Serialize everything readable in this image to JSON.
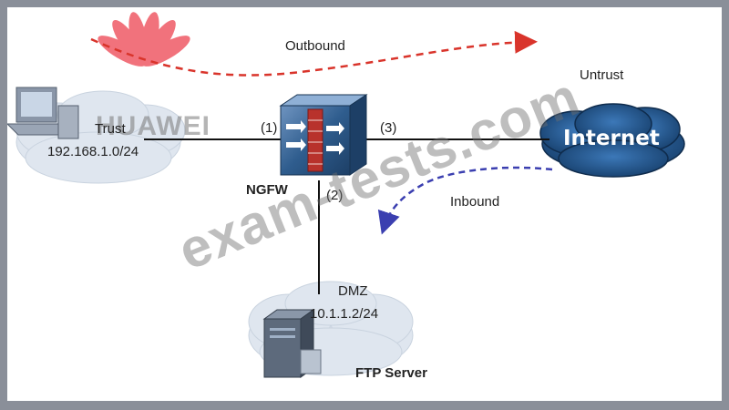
{
  "brand": {
    "name": "HUAWEI"
  },
  "watermark": {
    "text": "exam-tests.com"
  },
  "zones": {
    "trust": {
      "name": "Trust",
      "subnet": "192.168.1.0/24"
    },
    "untrust": {
      "name": "Untrust",
      "cloud_label": "Internet"
    },
    "dmz": {
      "name": "DMZ",
      "address": "10.1.1.2/24",
      "server": "FTP Server"
    }
  },
  "device": {
    "name": "NGFW"
  },
  "interfaces": [
    "(1)",
    "(2)",
    "(3)"
  ],
  "flows": {
    "outbound": "Outbound",
    "inbound": "Inbound"
  },
  "colors": {
    "outbound_arrow": "#d9342b",
    "inbound_arrow": "#3b3fb0",
    "cloud": "#dfe6ef",
    "internet_cloud": "#1f4f86",
    "firewall": "#2f5d8e",
    "brand_red": "#e60012"
  }
}
